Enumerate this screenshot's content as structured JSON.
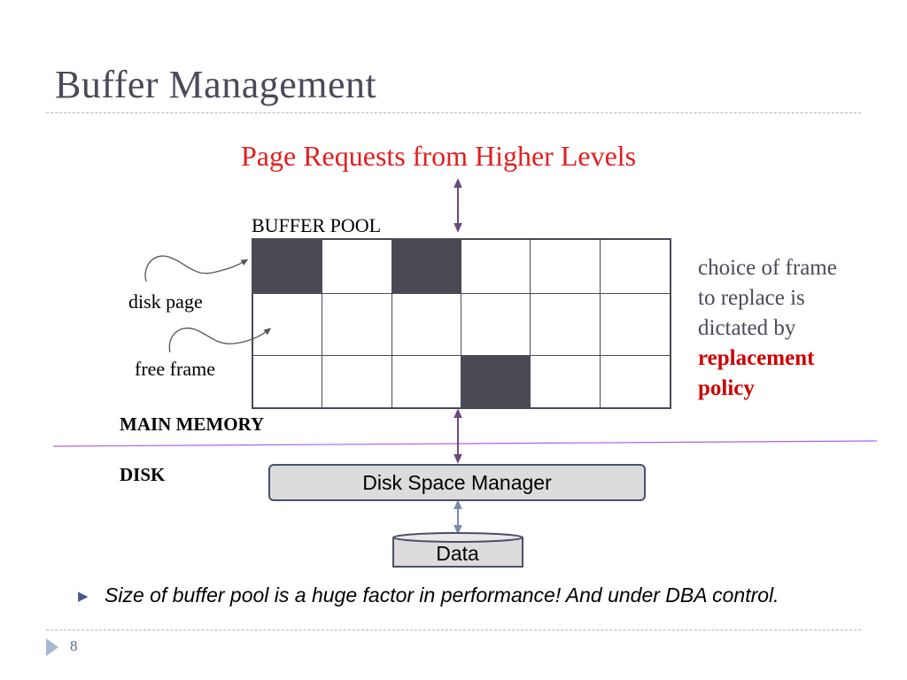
{
  "slide": {
    "title": "Buffer Management",
    "page_number": "8"
  },
  "diagram": {
    "requests_label": "Page Requests from Higher Levels",
    "buffer_pool_label": "BUFFER POOL",
    "disk_page_label": "disk page",
    "free_frame_label": "free frame",
    "main_memory_label": "MAIN MEMORY",
    "disk_label": "DISK",
    "disk_space_manager_label": "Disk Space Manager",
    "data_label": "Data",
    "policy_note": {
      "line1": "choice of frame",
      "line2": "to replace is",
      "line3": "dictated by",
      "highlight1": "replacement",
      "highlight2": "policy"
    },
    "buffer_pool": {
      "rows": 3,
      "cols": 6,
      "occupied": [
        [
          0,
          0
        ],
        [
          0,
          2
        ],
        [
          2,
          3
        ]
      ]
    }
  },
  "bullet": {
    "text": "Size of buffer pool is a huge factor in performance!  And under DBA control."
  },
  "colors": {
    "title": "#4a4a5a",
    "requests_label": "#e31e1e",
    "policy_highlight": "#cc0000",
    "occupied_frame": "#4a4a55",
    "memory_disk_divider": "#b060e0",
    "io_arrow": "#6a4a7a",
    "db_arrow": "#7a8aa8",
    "storage_fill": "#dcdcdc"
  }
}
